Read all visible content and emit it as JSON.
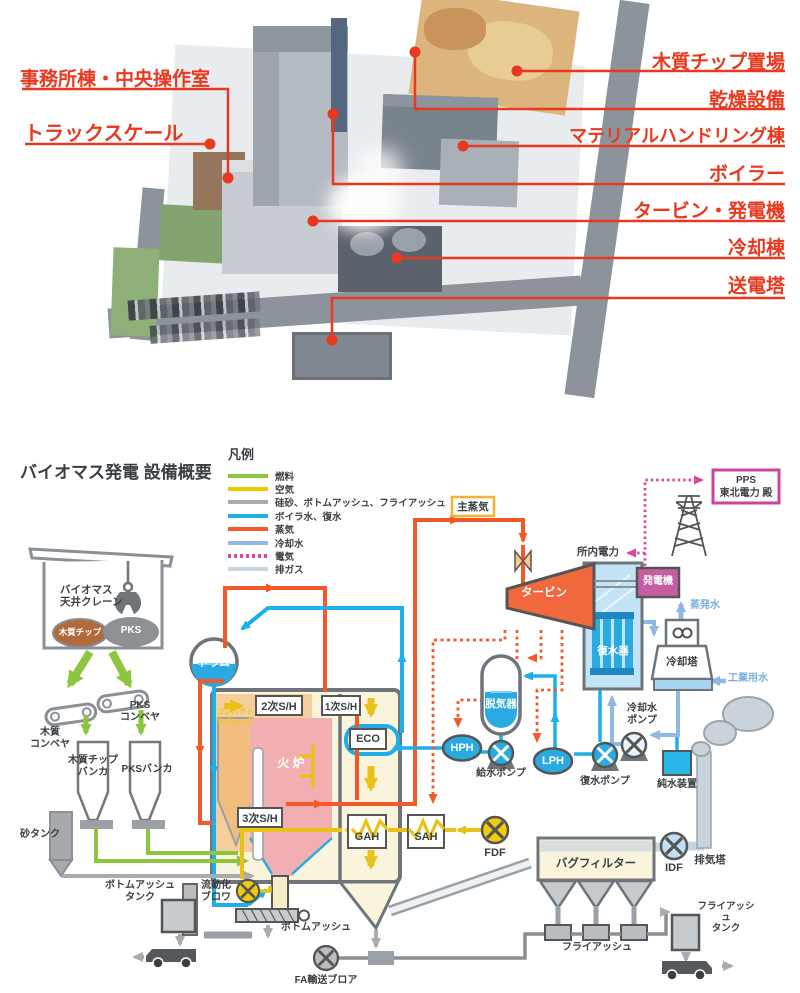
{
  "photo": {
    "callouts_left": [
      {
        "label": "事務所棟・中央操作室"
      },
      {
        "label": "トラックスケール"
      }
    ],
    "callouts_right": [
      {
        "label": "木質チップ置場"
      },
      {
        "label": "乾燥設備"
      },
      {
        "label": "マテリアルハンドリング棟"
      },
      {
        "label": "ボイラー"
      },
      {
        "label": "タービン・発電機"
      },
      {
        "label": "冷却棟"
      },
      {
        "label": "送電塔"
      }
    ]
  },
  "diagram": {
    "title": "バイオマス発電 設備概要",
    "legend": {
      "title": "凡例",
      "items": [
        {
          "label": "燃料",
          "color": "#8CC63F",
          "style": "solid"
        },
        {
          "label": "空気",
          "color": "#EFC800",
          "style": "solid"
        },
        {
          "label": "硅砂、ボトムアッシュ、フライアッシュ",
          "color": "#A9ABAE",
          "style": "solid"
        },
        {
          "label": "ボイラ水、復水",
          "color": "#1EAEE9",
          "style": "solid"
        },
        {
          "label": "蒸気",
          "color": "#F1592A",
          "style": "solid"
        },
        {
          "label": "冷却水",
          "color": "#8FB9E2",
          "style": "solid"
        },
        {
          "label": "電気",
          "color": "#E0459E",
          "style": "dotted"
        },
        {
          "label": "排ガス",
          "color": "#C9D3DB",
          "style": "solid"
        }
      ]
    },
    "nodes": {
      "crane": "バイオマス\n天井クレーン",
      "wood_chip": "木質チップ",
      "pks": "PKS",
      "wood_conveyor": "木質\nコンベヤ",
      "pks_conveyor": "PKS\nコンベヤ",
      "wood_bunker": "木質チップ\nバンカ",
      "pks_bunker": "PKSバンカ",
      "sand_tank": "砂タンク",
      "drum": "ドラム",
      "compact_separator": "コンパクト\nセパレータ",
      "sh2": "2次S/H",
      "sh1": "1次S/H",
      "sh3": "3次S/H",
      "furnace": "火 炉",
      "eco": "ECO",
      "gah": "GAH",
      "sah": "SAH",
      "fdf": "FDF",
      "main_steam": "主蒸気",
      "turbine": "タービン",
      "generator": "発電機",
      "onsite_power": "所内電力",
      "pps": "PPS\n東北電力 殿",
      "condenser": "復水器",
      "cooling_tower": "冷却塔",
      "evaporation": "蒸発水",
      "industrial_water": "工業用水",
      "cooling_water_pump": "冷却水\nポンプ",
      "condensate_pump": "復水ポンプ",
      "pure_water": "純水装置",
      "deaerator": "脱気器",
      "hph": "HPH",
      "lph": "LPH",
      "feed_pump": "給水ポンプ",
      "fluidizing_blower": "流動化\nブロワ",
      "bottom_ash": "ボトムアッシュ",
      "bottom_ash_tank": "ボトムアッシュ\nタンク",
      "fa_blower": "FA輸送ブロア",
      "bag_filter": "バグフィルター",
      "stack": "排気塔",
      "idf": "IDF",
      "fly_ash": "フライアッシュ",
      "fly_ash_tank": "フライアッシュ\nタンク"
    }
  },
  "colors": {
    "callout_red": "#E8391F",
    "steam_orange": "#F1592A",
    "boiler_water_cyan": "#1EAEE9",
    "fuel_green": "#8CC63F",
    "air_yellow": "#EFC800",
    "cooling_blue": "#8FB9E2",
    "electric_magenta": "#E0459E",
    "exhaust_gray": "#C9D3DB",
    "generator_pink": "#C75EA3",
    "furnace_pink": "#F2AFB2"
  }
}
